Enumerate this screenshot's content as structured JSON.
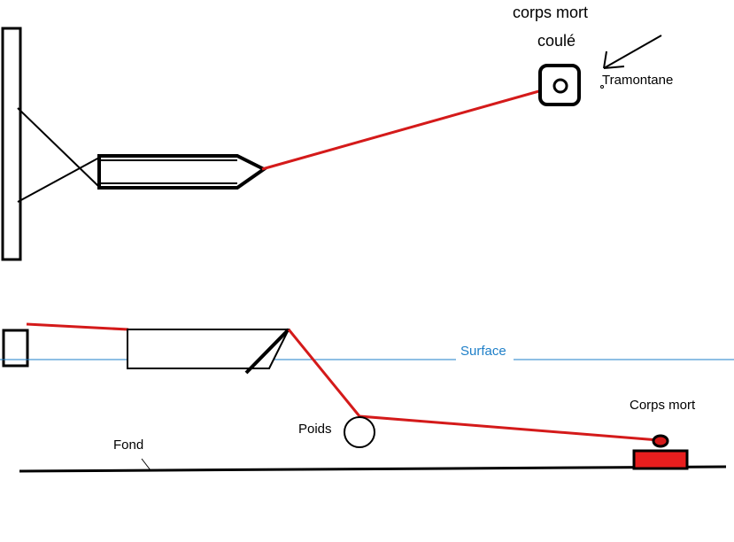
{
  "top_view": {
    "mooring_label_line1": "corps mort",
    "mooring_label_line2": "coulé",
    "wind_label": "Tramontane"
  },
  "side_view": {
    "surface_label": "Surface",
    "weight_label": "Poids",
    "mooring_label": "Corps mort",
    "bottom_label": "Fond"
  },
  "colors": {
    "line": "#d41a1a",
    "mooring_block": "#e81e1e",
    "surface": "#1e7fc8",
    "ink": "#000000"
  }
}
